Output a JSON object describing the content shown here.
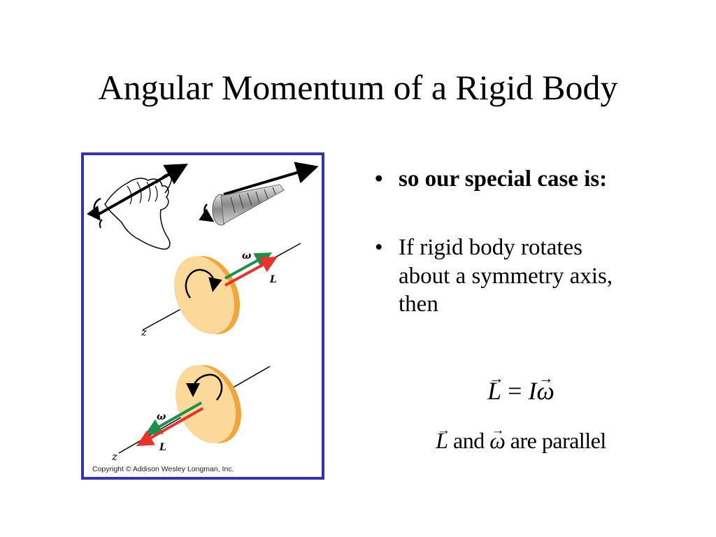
{
  "slide": {
    "title": "Angular Momentum of a Rigid Body"
  },
  "bullets": [
    {
      "marker": "•",
      "text": "so our special case is:"
    },
    {
      "marker": "•",
      "text": "If rigid body rotates about a symmetry axis, then"
    }
  ],
  "equation1": {
    "L_symbol": "L",
    "equals": "=",
    "I_symbol": "I",
    "omega_symbol": "ω"
  },
  "equation2": {
    "L_symbol": "L",
    "and_word": "and",
    "omega_symbol": "ω",
    "tail": "are parallel"
  },
  "figure": {
    "label_omega_top": "ω",
    "label_L_top": "L",
    "label_z_top": "z",
    "label_omega_bottom": "ω",
    "label_L_bottom": "L",
    "label_z_bottom": "z",
    "copyright": "Copyright © Addison Wesley Longman, Inc.",
    "colors": {
      "frame": "#3333aa",
      "omega_arrow": "#1f8f4f",
      "L_arrow": "#e8322a",
      "disk_face": "#fbd99a",
      "disk_rim": "#f2a53a"
    }
  }
}
